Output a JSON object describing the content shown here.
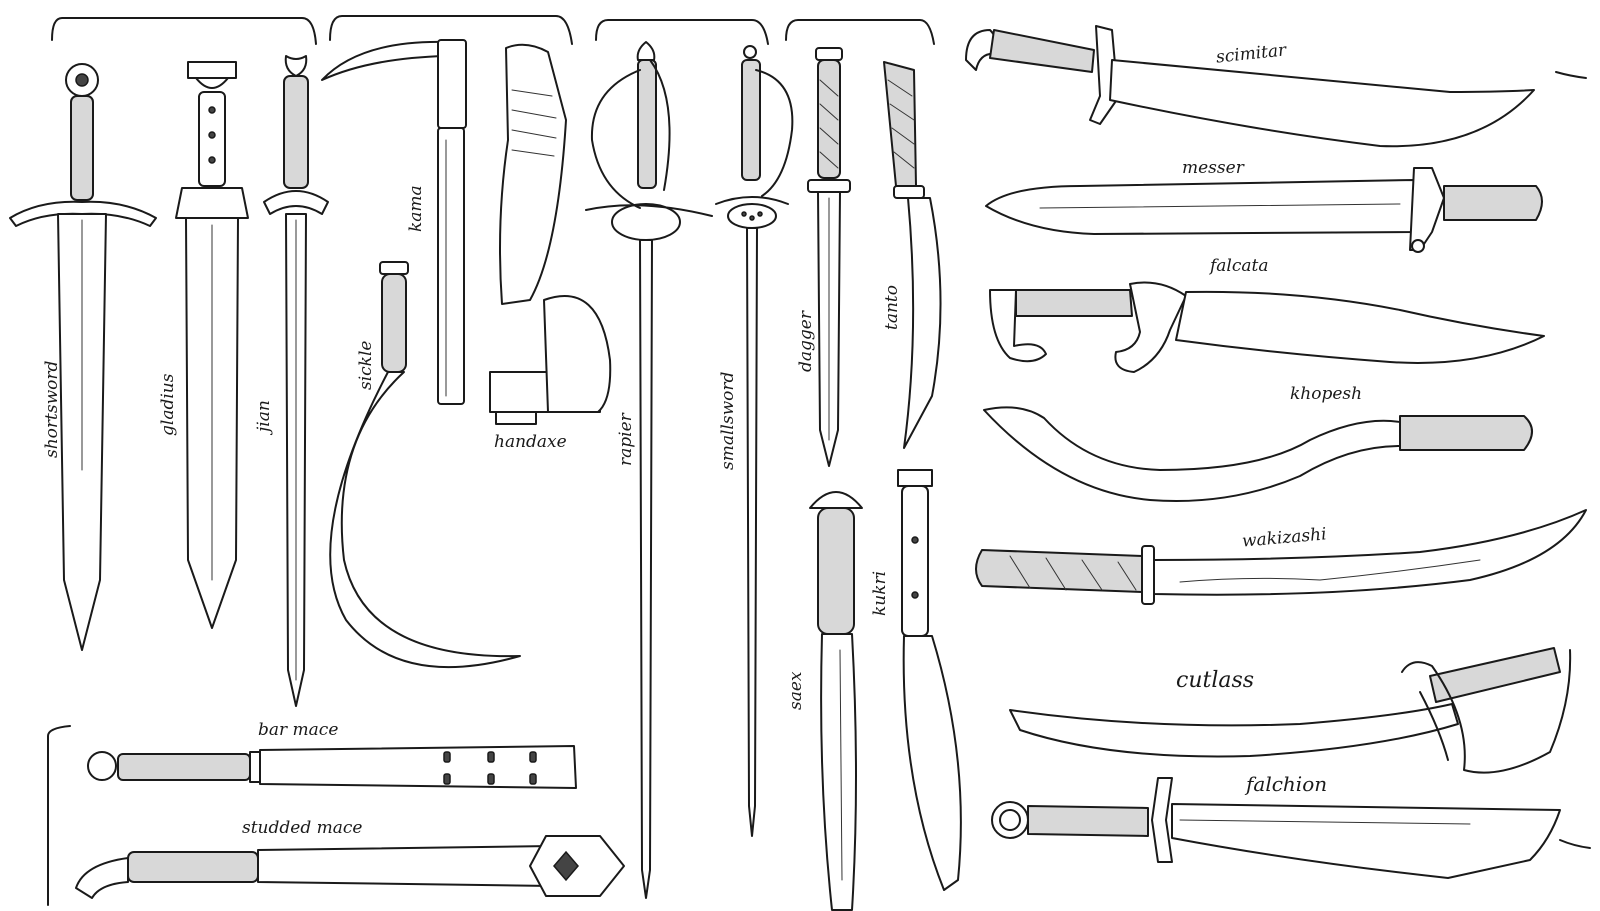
{
  "weapons": {
    "shortsword": "shortsword",
    "gladius": "gladius",
    "jian": "jian",
    "kama": "kama",
    "sickle": "sickle",
    "handaxe": "handaxe",
    "rapier": "rapier",
    "smallsword": "smallsword",
    "dagger": "dagger",
    "tanto": "tanto",
    "seax": "saex",
    "kukri": "kukri",
    "bar_mace": "bar mace",
    "studded_mace": "studded mace",
    "scimitar": "scimitar",
    "messer": "messer",
    "falcata": "falcata",
    "khopesh": "khopesh",
    "wakizashi": "wakizashi",
    "cutlass": "cutlass",
    "falchion": "falchion"
  },
  "colors": {
    "ink": "#1a1a1a",
    "paper": "#ffffff"
  }
}
